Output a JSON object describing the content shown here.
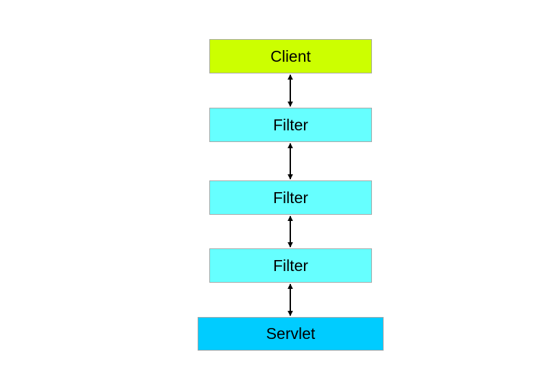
{
  "diagram": {
    "nodes": [
      {
        "id": "client",
        "label": "Client",
        "color": "#ccff00"
      },
      {
        "id": "filter1",
        "label": "Filter",
        "color": "#66ffff"
      },
      {
        "id": "filter2",
        "label": "Filter",
        "color": "#66ffff"
      },
      {
        "id": "filter3",
        "label": "Filter",
        "color": "#66ffff"
      },
      {
        "id": "servlet",
        "label": "Servlet",
        "color": "#00ccff"
      }
    ],
    "edges": [
      {
        "from": "client",
        "to": "filter1",
        "direction": "both"
      },
      {
        "from": "filter1",
        "to": "filter2",
        "direction": "both"
      },
      {
        "from": "filter2",
        "to": "filter3",
        "direction": "both"
      },
      {
        "from": "filter3",
        "to": "servlet",
        "direction": "both"
      }
    ],
    "arrow_color": "#000000",
    "border_color": "#a6a6a6"
  }
}
